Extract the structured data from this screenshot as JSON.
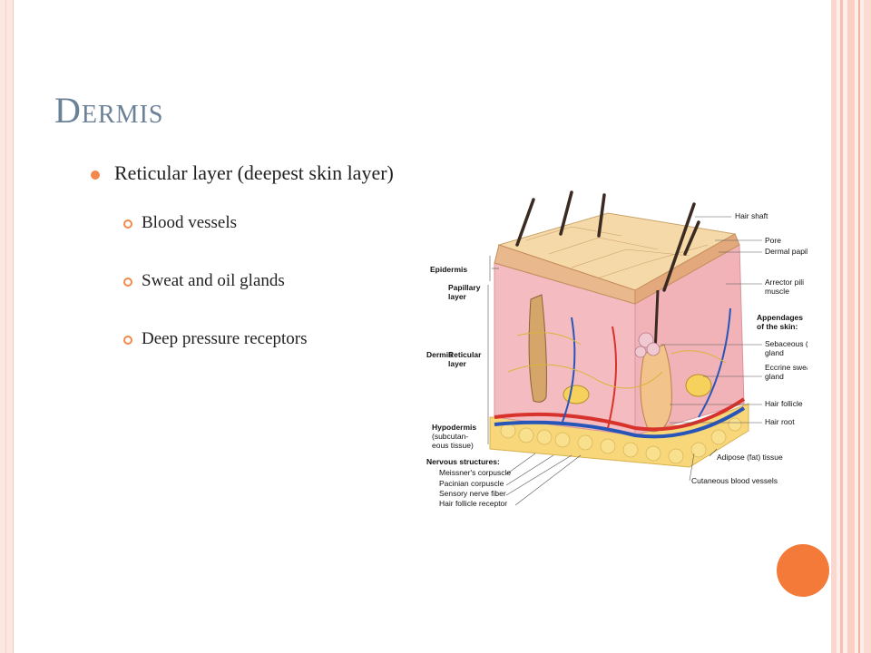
{
  "slide": {
    "title": "Dermis",
    "bullet": "Reticular layer (deepest skin layer)",
    "sub_bullets": [
      "Blood vessels",
      "Sweat and oil glands",
      "Deep pressure receptors"
    ]
  },
  "figure": {
    "left_labels": {
      "epidermis": "Epidermis",
      "papillary_1": "Papillary",
      "papillary_2": "layer",
      "dermis": "Dermis",
      "reticular_1": "Reticular",
      "reticular_2": "layer",
      "hypodermis": "Hypodermis",
      "hypodermis_sub_1": "(subcutan-",
      "hypodermis_sub_2": "eous tissue)",
      "nervous": "Nervous structures:",
      "meissner": "Meissner's corpuscle",
      "pacinian": "Pacinian corpuscle",
      "sensory": "Sensory nerve fiber",
      "hair_receptor": "Hair follicle receptor"
    },
    "right_labels": {
      "hair_shaft": "Hair shaft",
      "pore": "Pore",
      "dermal_papillae": "Dermal papillae",
      "arrector_1": "Arrector pili",
      "arrector_2": "muscle",
      "appendages_1": "Appendages",
      "appendages_2": "of the skin:",
      "sebaceous_1": "Sebaceous (oil)",
      "sebaceous_2": "gland",
      "eccrine_1": "Eccrine sweat",
      "eccrine_2": "gland",
      "hair_follicle": "Hair follicle",
      "hair_root": "Hair root",
      "adipose": "Adipose (fat) tissue",
      "cutaneous": "Cutaneous blood vessels"
    }
  },
  "colors": {
    "accent": "#f3884c",
    "title": "#6b8198",
    "dot": "#f47a3a"
  }
}
